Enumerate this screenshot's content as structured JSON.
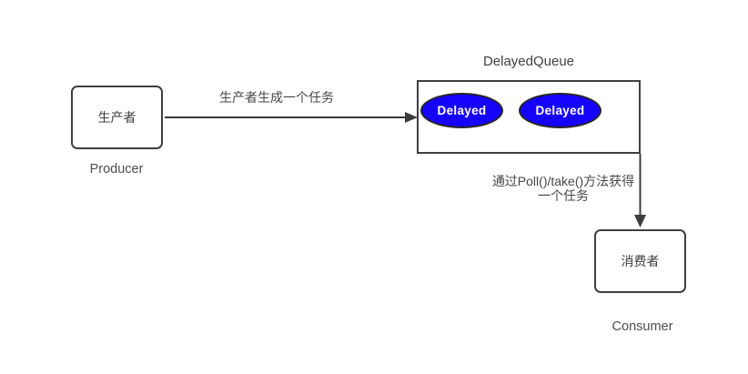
{
  "diagram": {
    "producer": {
      "label": "生产者",
      "caption": "Producer"
    },
    "queue": {
      "title": "DelayedQueue",
      "items": [
        {
          "label": "Delayed"
        },
        {
          "label": "Delayed"
        }
      ]
    },
    "consumer": {
      "label": "消费者",
      "caption": "Consumer"
    },
    "edges": {
      "produce": {
        "label": "生产者生成一个任务"
      },
      "consume": {
        "label_line1": "通过Poll()/take()方法获得",
        "label_line2": "一个任务"
      }
    },
    "colors": {
      "task_fill": "#1502fb",
      "task_border": "#262626",
      "task_text": "#ffffff",
      "node_border": "#404040",
      "connector": "#3c3c3c",
      "text": "#4d4d4d",
      "background": "#ffffff"
    }
  }
}
